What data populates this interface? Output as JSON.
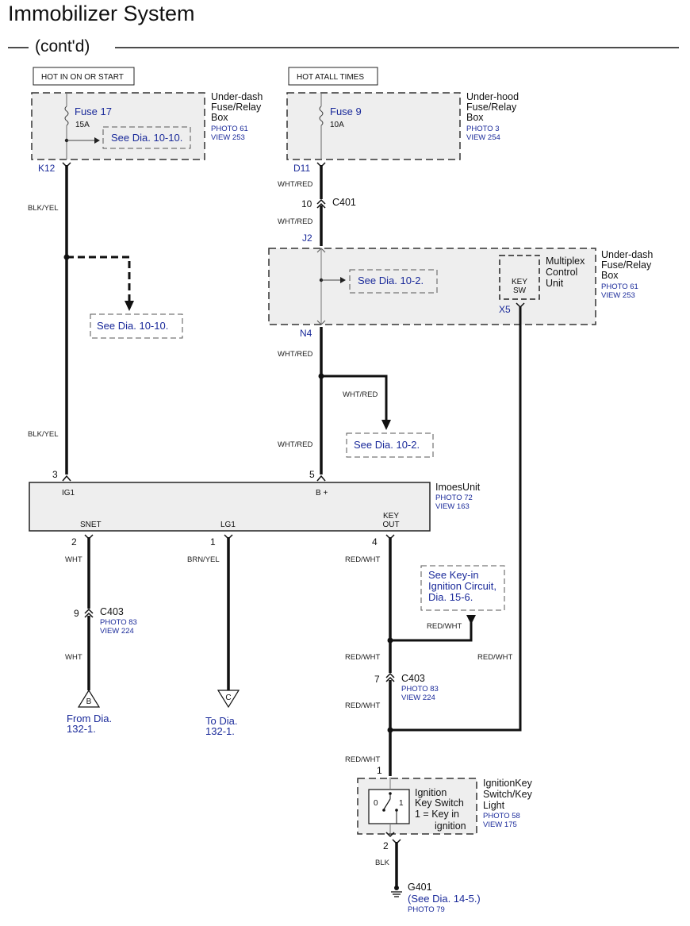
{
  "header": {
    "title": "Immobilizer System",
    "subtitle": "(cont'd)"
  },
  "power": {
    "left": "HOT IN ON OR START",
    "right": "HOT ATALL TIMES"
  },
  "fusebox_left": {
    "name": [
      "Under-dash",
      "Fuse/Relay",
      "Box"
    ],
    "photo": "PHOTO 61",
    "view": "VIEW 253",
    "fuse": "Fuse 17",
    "amp": "15A",
    "see": "See Dia.  10-10.",
    "terminal": "K12"
  },
  "fusebox_right": {
    "name": [
      "Under-hood",
      "Fuse/Relay",
      "Box"
    ],
    "photo": "PHOTO 3",
    "view": "VIEW 254",
    "fuse": "Fuse 9",
    "amp": "10A",
    "terminal": "D11"
  },
  "c401": {
    "pin": "10",
    "name": "C401"
  },
  "mcu_box": {
    "name": [
      "Under-dash",
      "Fuse/Relay",
      "Box"
    ],
    "photo": "PHOTO 61",
    "view": "VIEW 253",
    "unit": [
      "Multiplex",
      "Control",
      "Unit"
    ],
    "key_sw": [
      "KEY",
      "SW"
    ],
    "see": "See Dia.  10-2.",
    "terminals": {
      "in": "J2",
      "out": "N4",
      "key": "X5"
    }
  },
  "see_left": "See Dia.  10-10.",
  "see_right": "See Dia.  10-2.",
  "imoes": {
    "name": "ImoesUnit",
    "photo": "PHOTO 72",
    "view": "VIEW 163",
    "pins": {
      "ig1": {
        "num": "3",
        "name": "IG1"
      },
      "b": {
        "num": "5",
        "name": "B +"
      },
      "snet": {
        "num": "2",
        "name": "SNET"
      },
      "lg1": {
        "num": "1",
        "name": "LG1"
      },
      "keyout": {
        "num": "4",
        "name": [
          "KEY",
          "OUT"
        ]
      }
    }
  },
  "wires": {
    "blk_yel": "BLK/YEL",
    "wht_red": "WHT/RED",
    "wht": "WHT",
    "brn_yel": "BRN/YEL",
    "red_wht": "RED/WHT",
    "blk": "BLK"
  },
  "c403": {
    "name": "C403",
    "photo": "PHOTO 83",
    "view": "VIEW 224",
    "pin_snet": "9",
    "pin_key": "7"
  },
  "offpage": {
    "b": {
      "letter": "B",
      "text": [
        "From  Dia.",
        "132-1."
      ]
    },
    "c": {
      "letter": "C",
      "text": [
        "To  Dia.",
        "132-1."
      ]
    }
  },
  "see_key_in": [
    "See Key-in",
    "Ignition Circuit,",
    "Dia.  15-6."
  ],
  "ign_switch": {
    "pin_top": "1",
    "pin_bottom": "2",
    "inner": [
      "Ignition",
      "Key Switch",
      "1 = Key in",
      "ignition"
    ],
    "pos0": "0",
    "pos1": "1",
    "name": [
      "IgnitionKey",
      "Switch/Key",
      "Light"
    ],
    "photo": "PHOTO 58",
    "view": "VIEW 175"
  },
  "ground": {
    "name": "G401",
    "see": "(See  Dia.  14-5.)",
    "photo": "PHOTO 79"
  }
}
